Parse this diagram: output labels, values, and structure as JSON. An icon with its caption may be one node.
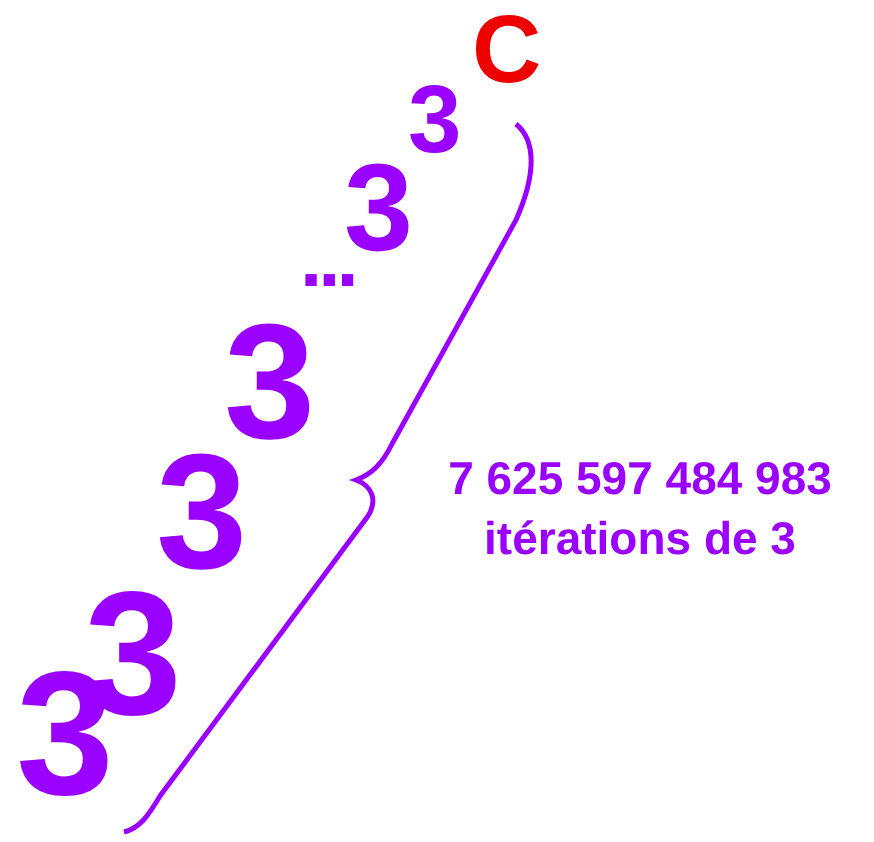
{
  "diagram": {
    "labels": [
      "3",
      "3",
      "3",
      "3",
      "...",
      "3",
      "3",
      "C",
      "7 625 597 484 983 itérations de 3"
    ]
  }
}
